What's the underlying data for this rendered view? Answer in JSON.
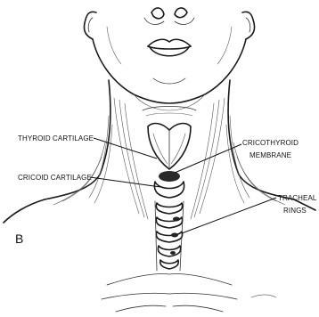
{
  "figure": {
    "panel_letter": "B",
    "labels": {
      "thyroid_cartilage": "THYROID CARTILAGE",
      "cricothyroid_line1": "CRICOTHYROID",
      "cricothyroid_line2": "MEMBRANE",
      "cricoid_cartilage": "CRICOID CARTILAGE",
      "tracheal_line1": "TRACHEAL",
      "tracheal_line2": "RINGS"
    }
  }
}
